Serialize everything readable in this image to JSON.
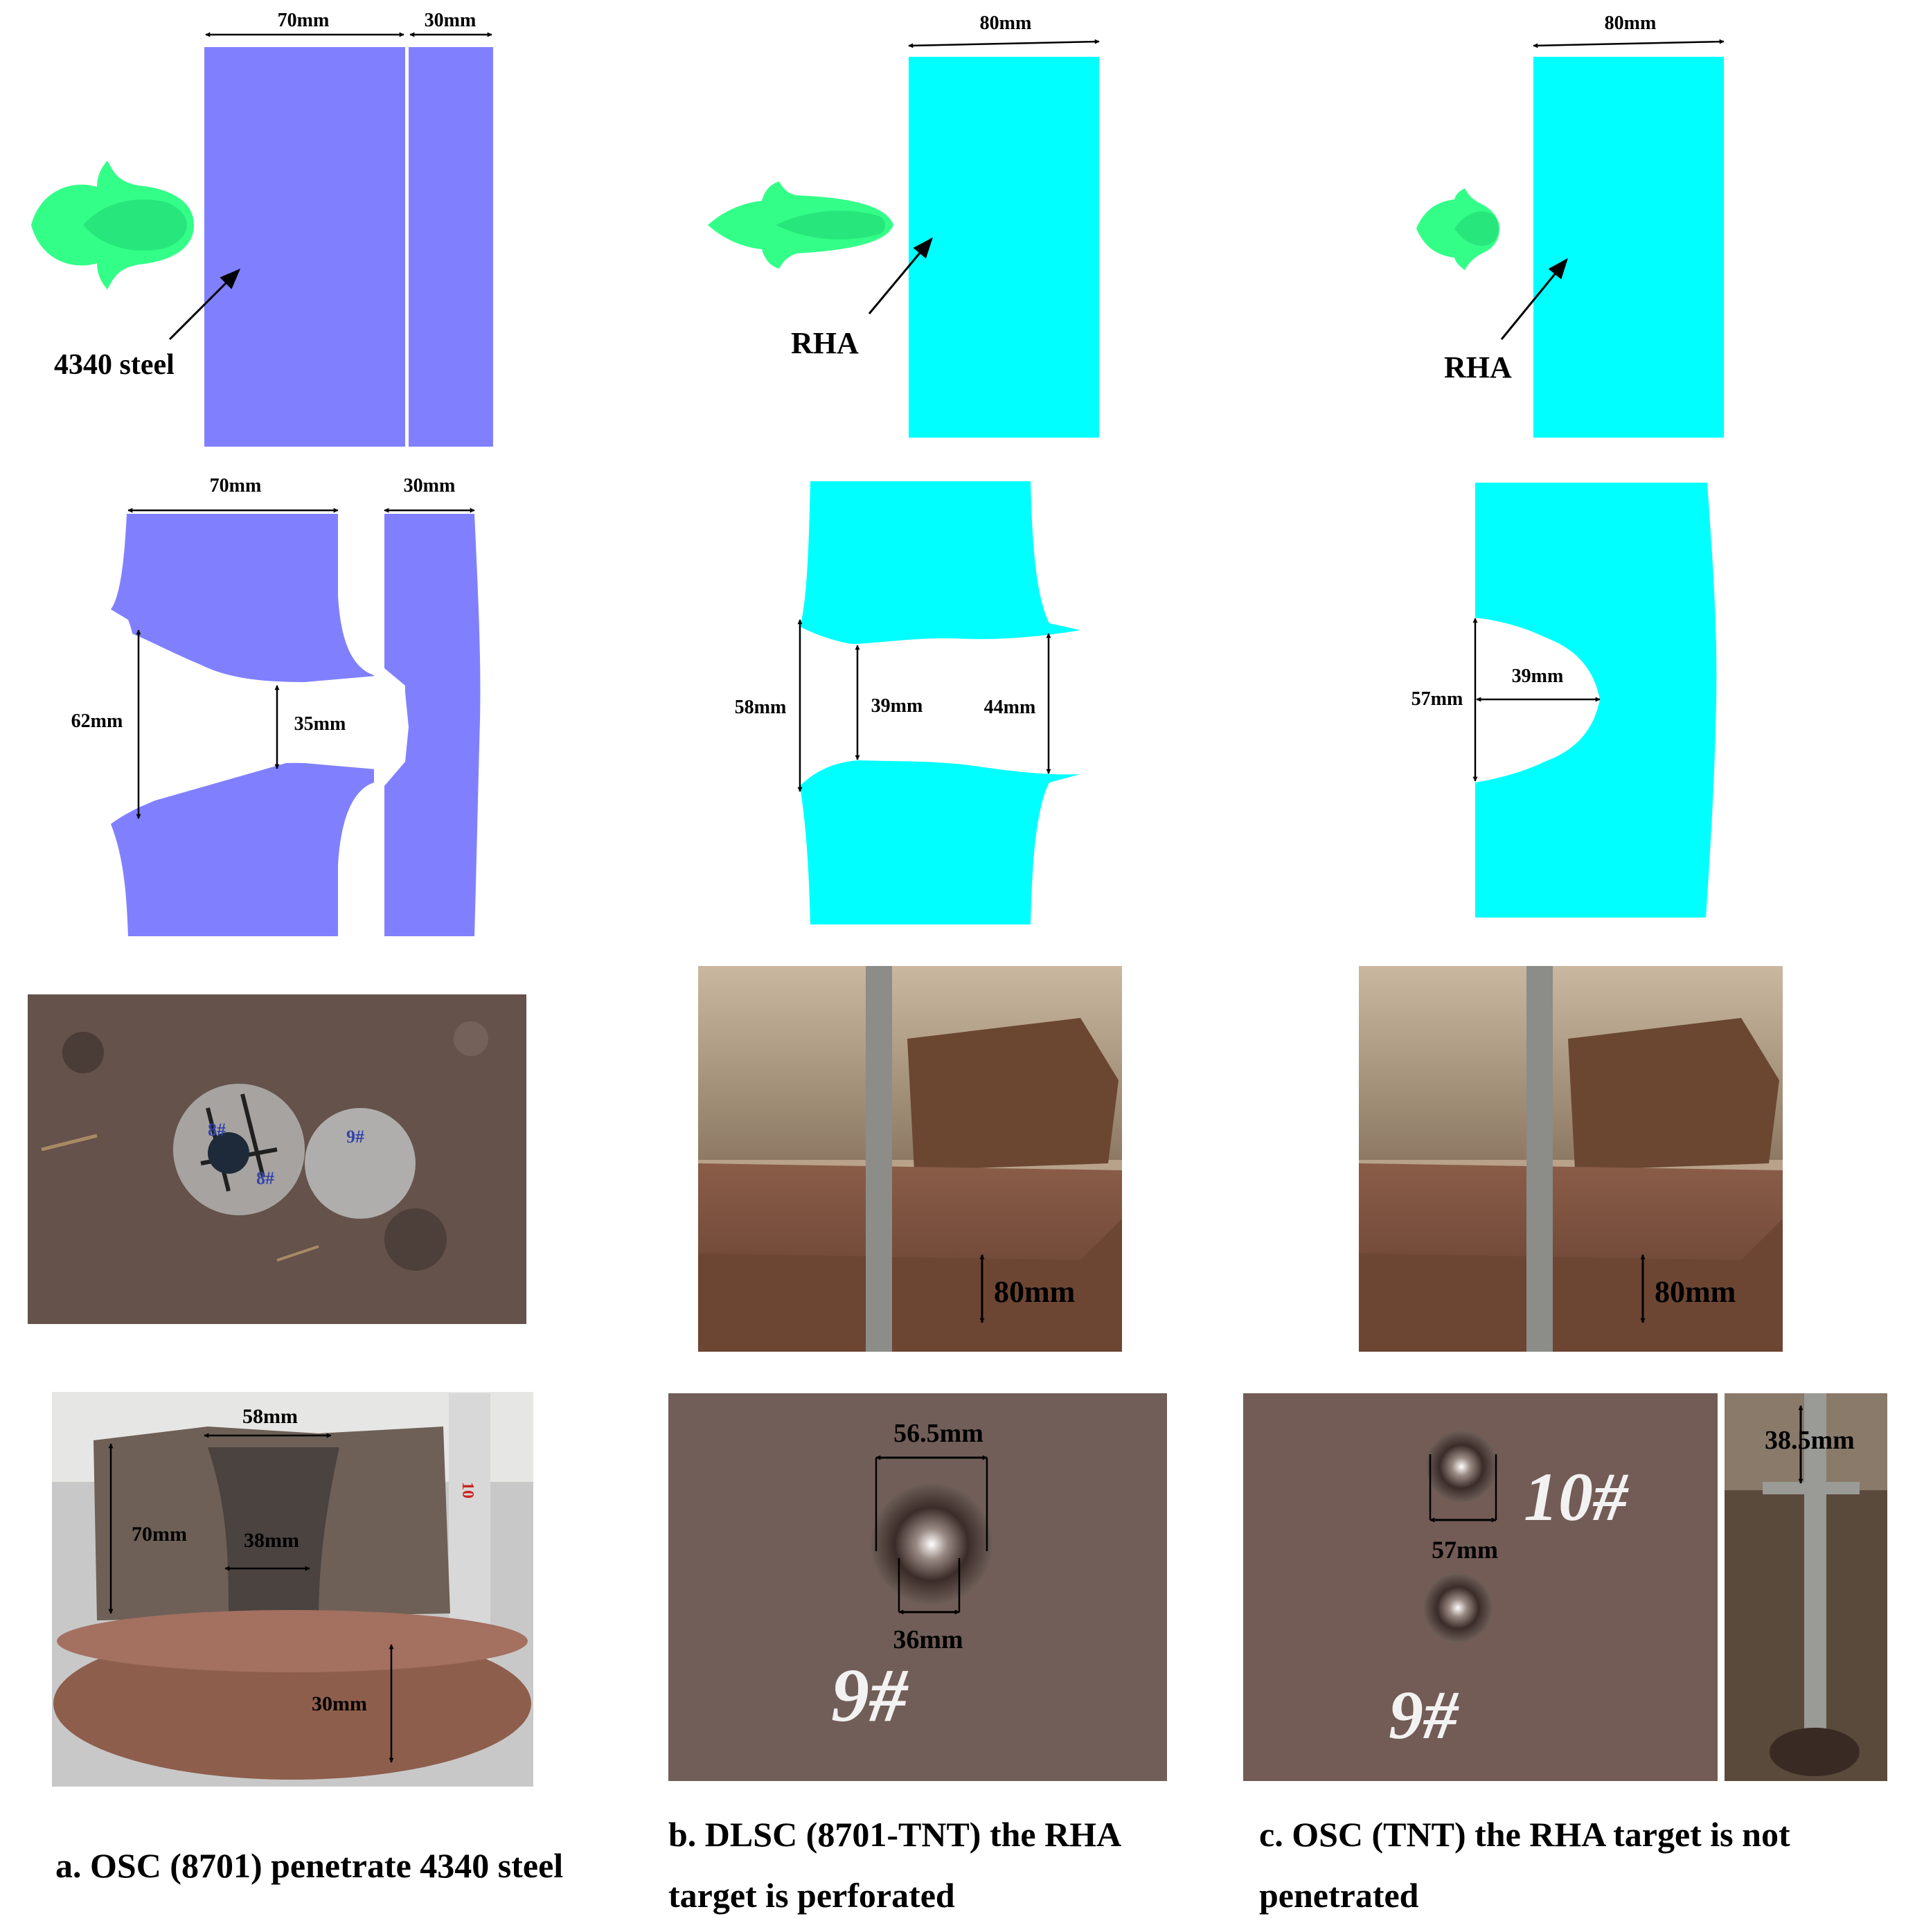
{
  "colors": {
    "steel": "#8080ff",
    "rha": "#00ffff",
    "jet": "#33ff88",
    "jet_inner": "#22dd77",
    "photo_ground": "#5e4e46",
    "photo_plate": "#7b4f3f",
    "photo_rock": "#b8a28a"
  },
  "panel_a": {
    "top": {
      "dim_left": "70mm",
      "dim_right": "30mm",
      "target_label": "4340 steel"
    },
    "bottom": {
      "dim_left": "70mm",
      "dim_right": "30mm",
      "dim_crater": "62mm",
      "dim_hole": "35mm"
    },
    "photo_front": {
      "chalk_1": "8#",
      "chalk_2": "8#",
      "chalk_3": "9#"
    },
    "photo_section": {
      "dim_top": "58mm",
      "dim_height": "70mm",
      "dim_hole": "38mm",
      "dim_plate": "30mm"
    },
    "caption": "a. OSC (8701) penetrate 4340 steel"
  },
  "panel_b": {
    "top": {
      "dim_width": "80mm",
      "target_label": "RHA"
    },
    "bottom": {
      "dim_left": "58mm",
      "dim_mid": "39mm",
      "dim_right": "44mm"
    },
    "photo_site": {
      "dim_plate": "80mm"
    },
    "photo_hole": {
      "dim_outer": "56.5mm",
      "dim_inner": "36mm",
      "chalk": "9#"
    },
    "caption_line1": "b. DLSC (8701-TNT) the RHA",
    "caption_line2": "target is perforated"
  },
  "panel_c": {
    "top": {
      "dim_width": "80mm",
      "target_label": "RHA"
    },
    "bottom": {
      "dim_left": "57mm",
      "dim_depth": "39mm"
    },
    "photo_site": {
      "dim_plate": "80mm"
    },
    "photo_hole": {
      "dim_hole": "57mm",
      "chalk_1": "10#",
      "chalk_2": "9#",
      "dim_depth": "38.5mm"
    },
    "caption_line1": "c. OSC (TNT) the RHA target is not",
    "caption_line2": "penetrated"
  }
}
